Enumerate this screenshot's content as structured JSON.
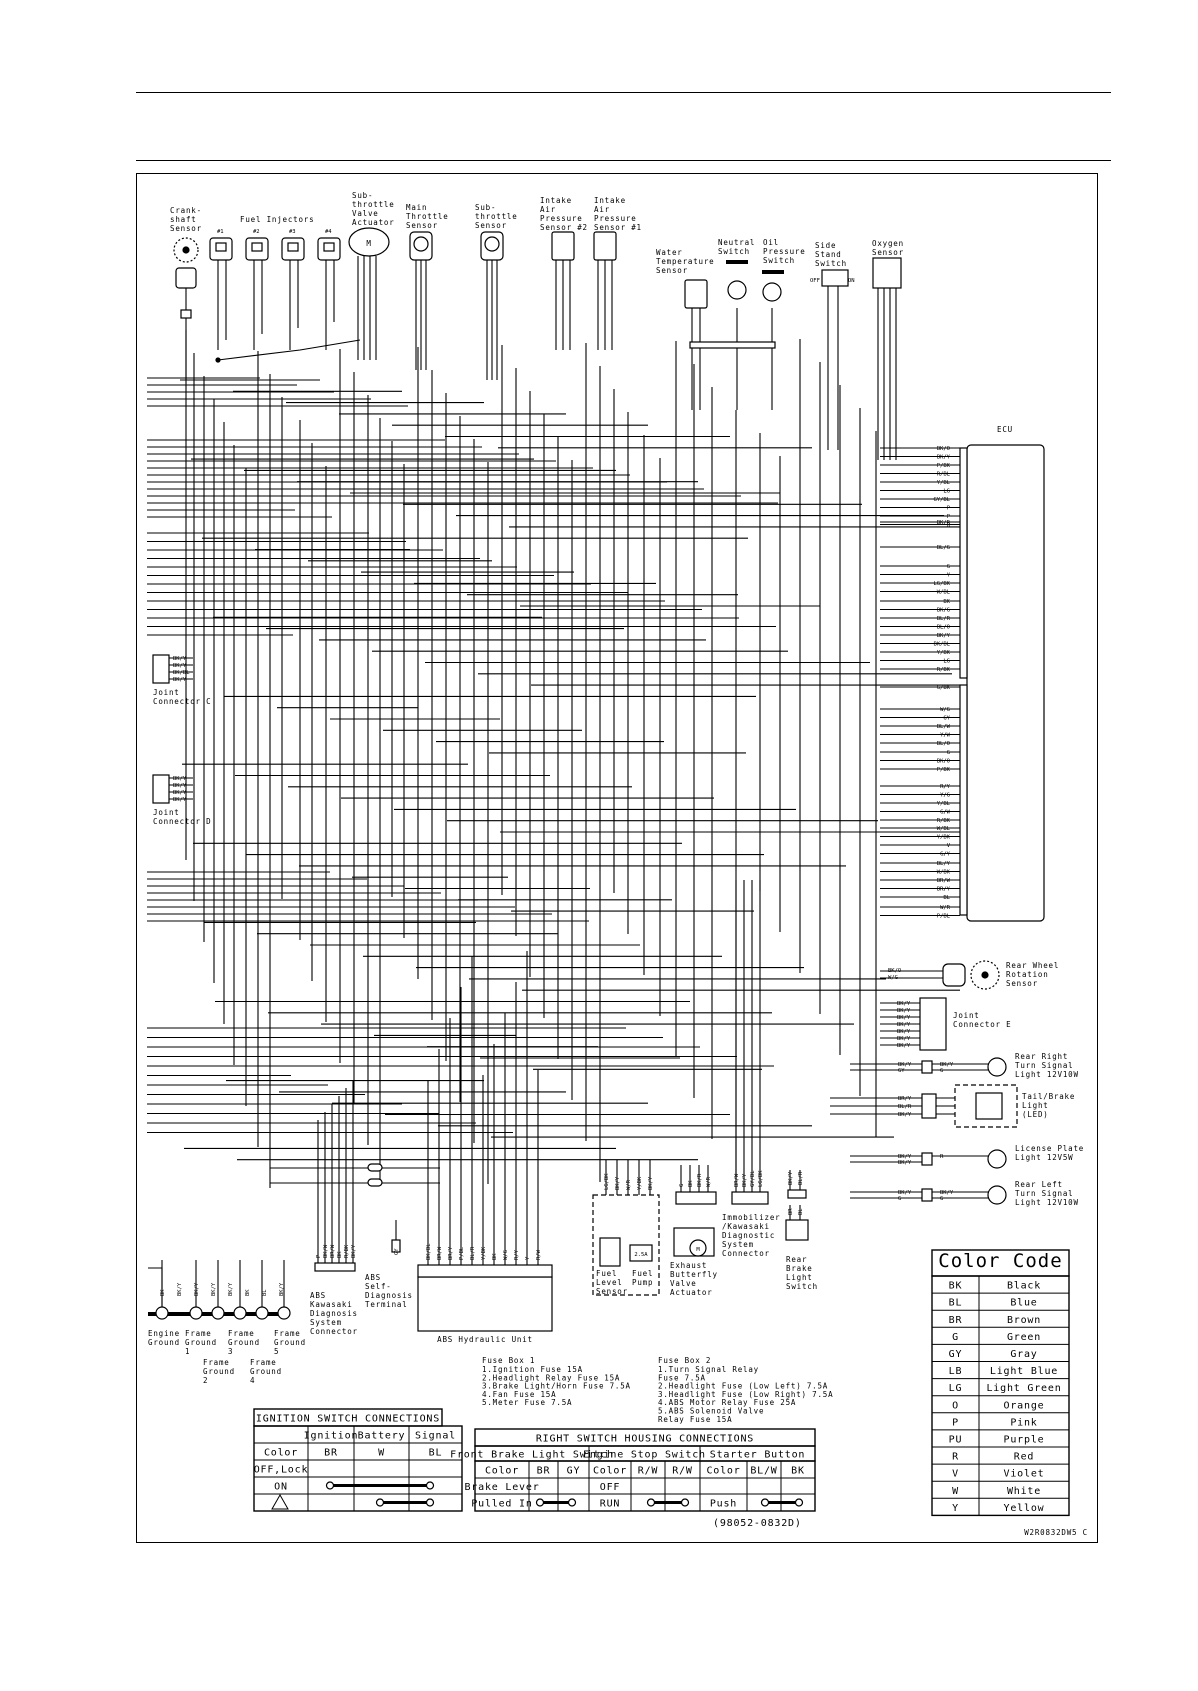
{
  "components": {
    "crankshaft": [
      "Crank-",
      "shaft",
      "Sensor"
    ],
    "fuel_injectors": "Fuel Injectors",
    "injector_nums": [
      "#1",
      "#2",
      "#3",
      "#4"
    ],
    "sub_throttle_valve": [
      "Sub-",
      "throttle",
      "Valve",
      "Actuator"
    ],
    "main_throttle": [
      "Main",
      "Throttle",
      "Sensor"
    ],
    "sub_throttle_sensor": [
      "Sub-",
      "throttle",
      "Sensor"
    ],
    "iap2": [
      "Intake",
      "Air",
      "Pressure",
      "Sensor #2"
    ],
    "iap1": [
      "Intake",
      "Air",
      "Pressure",
      "Sensor #1"
    ],
    "water_temp": [
      "Water",
      "Temperature",
      "Sensor"
    ],
    "neutral": [
      "Neutral",
      "Switch"
    ],
    "oil_pressure": [
      "Oil",
      "Pressure",
      "Switch"
    ],
    "side_stand": [
      "Side",
      "Stand",
      "Switch"
    ],
    "side_stand_off": "OFF",
    "side_stand_on": "ON",
    "oxygen": [
      "Oxygen",
      "Sensor"
    ],
    "motor_m": "M",
    "ecu": "ECU",
    "joint_c": [
      "Joint",
      "Connector C"
    ],
    "joint_d": [
      "Joint",
      "Connector D"
    ],
    "joint_e": [
      "Joint",
      "Connector E"
    ],
    "rear_wheel": [
      "Rear Wheel",
      "Rotation",
      "Sensor"
    ],
    "rear_right": [
      "Rear Right",
      "Turn Signal",
      "Light 12V10W"
    ],
    "tail_brake": [
      "Tail/Brake",
      "Light",
      "(LED)"
    ],
    "license": [
      "License Plate",
      "Light 12V5W"
    ],
    "rear_left": [
      "Rear Left",
      "Turn Signal",
      "Light 12V10W"
    ],
    "abs_kawasaki": [
      "ABS",
      "Kawasaki",
      "Diagnosis",
      "System",
      "Connector"
    ],
    "abs_self": [
      "ABS",
      "Self-",
      "Diagnosis",
      "Terminal"
    ],
    "abs_unit": "ABS Hydraulic Unit",
    "fuel_level": [
      "Fuel",
      "Level",
      "Sensor"
    ],
    "fuel_pump": [
      "Fuel",
      "Pump"
    ],
    "exhaust": [
      "Exhaust",
      "Butterfly",
      "Valve",
      "Actuator"
    ],
    "immobilizer": [
      "Immobilizer",
      "/Kawasaki",
      "Diagnostic",
      "System",
      "Connector"
    ],
    "rear_brake": [
      "Rear",
      "Brake",
      "Light",
      "Switch"
    ],
    "engine_ground": [
      "Engine",
      "Ground"
    ],
    "frame_ground_1": [
      "Frame",
      "Ground",
      "1"
    ],
    "frame_ground_2": [
      "Frame",
      "Ground",
      "2"
    ],
    "frame_ground_3": [
      "Frame",
      "Ground",
      "3"
    ],
    "frame_ground_4": [
      "Frame",
      "Ground",
      "4"
    ],
    "frame_ground_5": [
      "Frame",
      "Ground",
      "5"
    ]
  },
  "ecu_pins": [
    "BK/O",
    "BK/Y",
    "P/BK",
    "R/BL",
    "Y/BL",
    "LG",
    "GY/BL",
    "P",
    "P",
    "R",
    "BK/R",
    "BL/G",
    "G",
    "Y",
    "LG/BK",
    "W/BL",
    "BK",
    "BK/G",
    "BL/R",
    "BL/O",
    "BK/Y",
    "BK/BL",
    "Y/BK",
    "LG",
    "R/BK",
    "G/BK",
    "W/G",
    "GY",
    "BL/W",
    "Y/W",
    "BL/O",
    "G",
    "BK/O",
    "P/BK",
    "R/Y",
    "Y/G",
    "Y/BL",
    "G/W",
    "R/BK",
    "W/BL",
    "Y/BK",
    "V",
    "G/Y",
    "BL/Y",
    "W/BK",
    "BR/W",
    "BR/Y",
    "BL",
    "W/R",
    "P/BL"
  ],
  "joint_c_wires": [
    "BK/Y",
    "BK/Y",
    "BK/BL",
    "BK/Y"
  ],
  "joint_d_wires": [
    "BK/Y",
    "BK/Y",
    "BK/Y",
    "BK/Y"
  ],
  "joint_e_wires": [
    "BK/Y",
    "BK/Y",
    "BK/Y",
    "BK/Y",
    "BK/Y",
    "BK/Y",
    "BK/Y"
  ],
  "rear_wheel_wires": [
    "BK/O",
    "W/G"
  ],
  "rr_wires": [
    "BK/Y",
    "GY",
    "BK/Y",
    "G"
  ],
  "tail_wires": [
    "BR/Y",
    "BL/R",
    "BK/Y"
  ],
  "license_wires": [
    "BK/Y",
    "BK/Y",
    "R"
  ],
  "rl_wires": [
    "BK/Y",
    "G",
    "BK/Y",
    "G"
  ],
  "abs_unit_wires": [
    "BK/BL",
    "BR/W",
    "BR/Y",
    "P/BL",
    "BL/R",
    "Y/BK",
    "BK",
    "W/G",
    "R/Y",
    "Y",
    "R/W"
  ],
  "abs_diag_wires": [
    "P",
    "BK/W",
    "BR/W",
    "BK",
    "R/BK",
    "BK/Y"
  ],
  "abs_self_wire": "GY",
  "fuel_wires": [
    "LG/BK",
    "BK/Y",
    "W/R",
    "Y/BK",
    "BK/Y"
  ],
  "fuel_pump_rating": "2.5A",
  "exhaust_wires": [
    "G",
    "BK",
    "BK/R",
    "W/R"
  ],
  "immob_wires": [
    "BR/W",
    "BK/Y",
    "GY/BL",
    "LG/BK"
  ],
  "rear_brake_wires": [
    "BK/Y",
    "BL/R",
    "BR",
    "BL"
  ],
  "ground_wires": [
    "BK",
    "BK/Y",
    "BK/Y",
    "BK/Y",
    "BK/Y",
    "BK",
    "BL",
    "BK/Y"
  ],
  "fuse_box_1": {
    "title": "Fuse Box 1",
    "items": [
      "1.Ignition Fuse 15A",
      "2.Headlight Relay Fuse 15A",
      "3.Brake Light/Horn Fuse 7.5A",
      "4.Fan Fuse 15A",
      "5.Meter Fuse 7.5A"
    ]
  },
  "fuse_box_2": {
    "title": "Fuse Box 2",
    "items": [
      "1.Turn Signal Relay",
      "  Fuse 7.5A",
      "2.Headlight Fuse (Low Left) 7.5A",
      "3.Headlight Fuse (Low Right) 7.5A",
      "4.ABS Motor Relay Fuse 25A",
      "5.ABS Solenoid Valve",
      "  Relay Fuse 15A"
    ]
  },
  "ignition_table": {
    "title": "IGNITION SWITCH CONNECTIONS",
    "headers": [
      "",
      "Ignition",
      "Battery",
      "Signal"
    ],
    "color_row": [
      "Color",
      "BR",
      "W",
      "BL"
    ],
    "rows": [
      "OFF,Lock",
      "ON",
      ""
    ]
  },
  "right_switch_table": {
    "title": "RIGHT SWITCH HOUSING CONNECTIONS",
    "groups": [
      "Front Brake Light Switch",
      "Engine Stop  Switch",
      "Starter Button"
    ],
    "color_row": [
      "Color",
      "BR",
      "GY",
      "Color",
      "R/W",
      "R/W",
      "Color",
      "BL/W",
      "BK"
    ],
    "row1": [
      "Brake Lever",
      "",
      "",
      "OFF",
      "",
      "",
      "",
      "",
      ""
    ],
    "row2": [
      "Pulled In",
      "",
      "",
      "RUN",
      "",
      "",
      "Push",
      "",
      ""
    ],
    "part_no": "(98052-0832D)"
  },
  "color_code": {
    "title": "Color Code",
    "rows": [
      [
        "BK",
        "Black"
      ],
      [
        "BL",
        "Blue"
      ],
      [
        "BR",
        "Brown"
      ],
      [
        "G",
        "Green"
      ],
      [
        "GY",
        "Gray"
      ],
      [
        "LB",
        "Light Blue"
      ],
      [
        "LG",
        "Light Green"
      ],
      [
        "O",
        "Orange"
      ],
      [
        "P",
        "Pink"
      ],
      [
        "PU",
        "Purple"
      ],
      [
        "R",
        "Red"
      ],
      [
        "V",
        "Violet"
      ],
      [
        "W",
        "White"
      ],
      [
        "Y",
        "Yellow"
      ]
    ]
  },
  "drawing_id": "W2R0832DW5 C"
}
